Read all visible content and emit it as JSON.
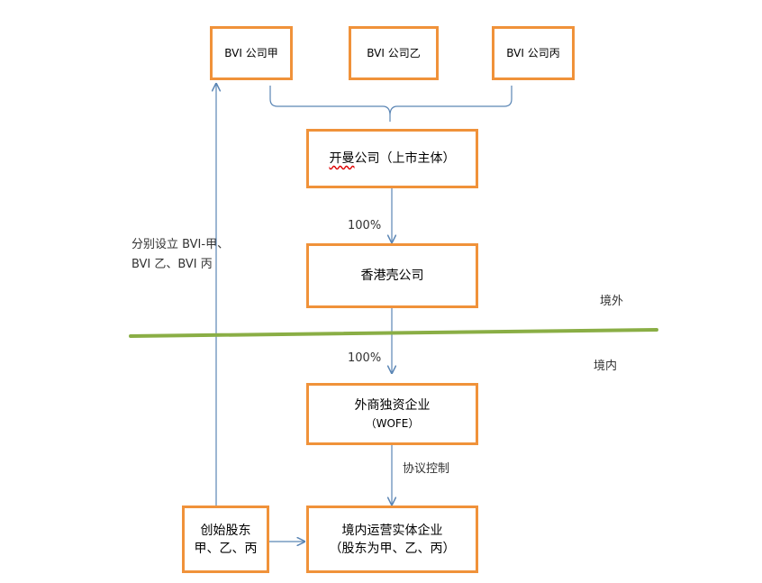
{
  "top_boxes": {
    "bvi_a": "BVI 公司甲",
    "bvi_b": "BVI 公司乙",
    "bvi_c": "BVI 公司丙"
  },
  "listed_company": {
    "name_part1": "开曼",
    "name_part2": "公司（上市主体）"
  },
  "hk_company": "香港壳公司",
  "wofe": {
    "line1": "外商独资企业",
    "line2": "（WOFE）"
  },
  "operating_entity": {
    "line1": "境内运营实体企业",
    "line2": "（股东为甲、乙、丙）"
  },
  "founders": {
    "line1": "创始股东",
    "line2": "甲、乙、丙"
  },
  "labels": {
    "pct_cayman_hk": "100%",
    "pct_hk_wofe": "100%",
    "agreement": "协议控制",
    "setup_line1": "分别设立 BVI-甲、",
    "setup_line2": "BVI 乙、BVI 丙",
    "offshore": "境外",
    "onshore": "境内"
  },
  "colors": {
    "box_border": "#f0923a",
    "arrow": "#5b86b5",
    "divider": "#8aae45"
  }
}
